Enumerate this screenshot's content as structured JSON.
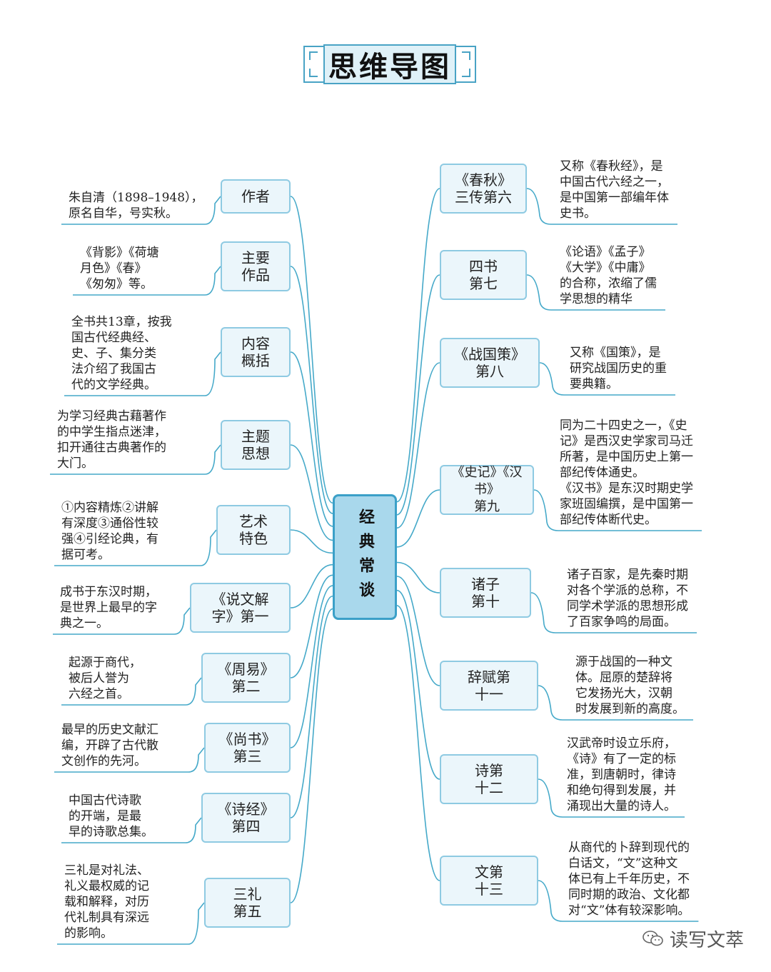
{
  "title": "思维导图",
  "center": "经典常谈",
  "left": [
    {
      "label": "作者",
      "desc": "朱自清（1898–1948），\n原名自华，号实秋。"
    },
    {
      "label": "主要\n作品",
      "desc": "《背影》《荷塘\n月色》《春》\n《匆匆》等。"
    },
    {
      "label": "内容\n概括",
      "desc": "全书共13章，按我\n国古代经典经、\n史、子、集分类\n法介绍了我国古\n代的文学经典。"
    },
    {
      "label": "主题\n思想",
      "desc": "为学习经典古藉著作\n的中学生指点迷津，\n扣开通往古典著作的\n大门。"
    },
    {
      "label": "艺术\n特色",
      "desc": "①内容精炼②讲解\n有深度③通俗性较\n强④引经论典，有\n据可考。"
    },
    {
      "label": "《说文解\n字》第一",
      "desc": "成书于东汉时期，\n是世界上最早的字\n典之一。"
    },
    {
      "label": "《周易》\n第二",
      "desc": "起源于商代，\n被后人誉为\n六经之首。"
    },
    {
      "label": "《尚书》\n第三",
      "desc": "最早的历史文献汇\n编，开辟了古代散\n文创作的先河。"
    },
    {
      "label": "《诗经》\n第四",
      "desc": "中国古代诗歌\n的开端，是最\n早的诗歌总集。"
    },
    {
      "label": "三礼\n第五",
      "desc": "三礼是对礼法、\n礼义最权威的记\n载和解释，对历\n代礼制具有深远\n的影响。"
    }
  ],
  "right": [
    {
      "label": "《春秋》\n三传第六",
      "desc": "又称《春秋经》，是\n中国古代六经之一，\n是中国第一部编年体\n史书。"
    },
    {
      "label": "四书\n第七",
      "desc": "《论语》《孟子》\n《大学》《中庸》\n的合称，浓缩了儒\n学思想的精华"
    },
    {
      "label": "《战国策》\n第八",
      "desc": "又称《国策》，是\n研究战国历史的重\n要典籍。"
    },
    {
      "label": "《史记》《汉书》\n第九",
      "desc": "同为二十四史之一，《史\n记》是西汉史学家司马迁\n所著，是中国历史上第一\n部纪传体通史。\n《汉书》是东汉时期史学\n家班固编撰，是中国第一\n部纪传体断代史。"
    },
    {
      "label": "诸子\n第十",
      "desc": "诸子百家，是先秦时期\n对各个学派的总称，不\n同学术学派的思想形成\n了百家争鸣的局面。"
    },
    {
      "label": "辞赋第\n十一",
      "desc": "源于战国的一种文\n体。屈原的楚辞将\n它发扬光大，汉朝\n时发展到新的高度。"
    },
    {
      "label": "诗第\n十二",
      "desc": "汉武帝时设立乐府，\n《诗》有了一定的标\n准，到唐朝时，律诗\n和绝句得到发展，并\n涌现出大量的诗人。"
    },
    {
      "label": "文第\n十三",
      "desc": "从商代的卜辞到现代的\n白话文，“文”这种文\n体已有上千年历史，不\n同时期的政治、文化都\n对“文”体有较深影响。"
    }
  ],
  "watermark": "读写文萃",
  "colors": {
    "line": "#45a9c9",
    "node_border": "#8ecae2",
    "center_fill": "#a9d8ec"
  }
}
